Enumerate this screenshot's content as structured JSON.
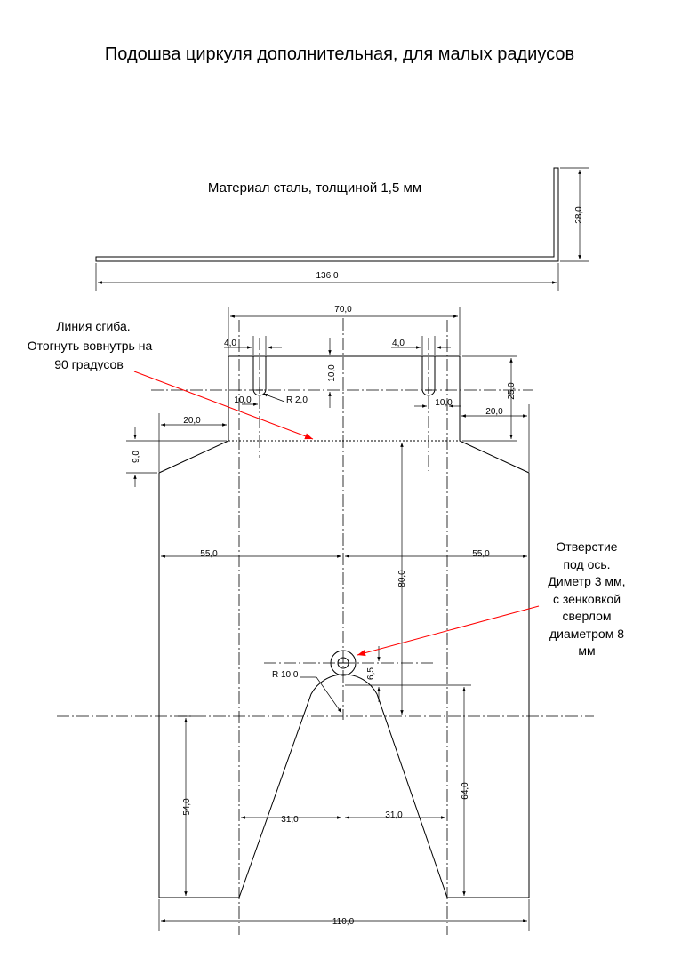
{
  "title": "Подошва циркуля дополнительная, для малых радиусов",
  "material_note": "Материал сталь, толщиной 1,5 мм",
  "bend_note": [
    "Линия сгиба.",
    "Отогнуть вовнутрь на",
    "90 градусов"
  ],
  "hole_note": [
    "Отверстие",
    "под ось.",
    "Диметр 3 мм,",
    "с зенковкой",
    "сверлом",
    "диаметром 8",
    "мм"
  ],
  "colors": {
    "lines": "#000000",
    "leader_arrows": "#ff0000",
    "background": "#ffffff"
  },
  "dimensions": {
    "side_height": "28,0",
    "side_length": "136,0",
    "slot_spacing": "70,0",
    "slot_width_left": "4,0",
    "slot_width_right": "4,0",
    "slot_depth": "10,0",
    "slot_offset_left": "10,0",
    "slot_offset_right": "10,0",
    "slot_radius": "R 2,0",
    "tab_height": "25,0",
    "shoulder_left": "20,0",
    "shoulder_right": "20,0",
    "chamfer": "9,0",
    "half_width_left": "55,0",
    "half_width_right": "55,0",
    "hole_to_bend": "80,0",
    "hole_offset": "6,5",
    "arch_radius": "R 10,0",
    "cutout_height_left": "54,0",
    "cutout_height_right": "64,0",
    "cutout_half_left": "31,0",
    "cutout_half_right": "31,0",
    "total_width": "110,0"
  }
}
